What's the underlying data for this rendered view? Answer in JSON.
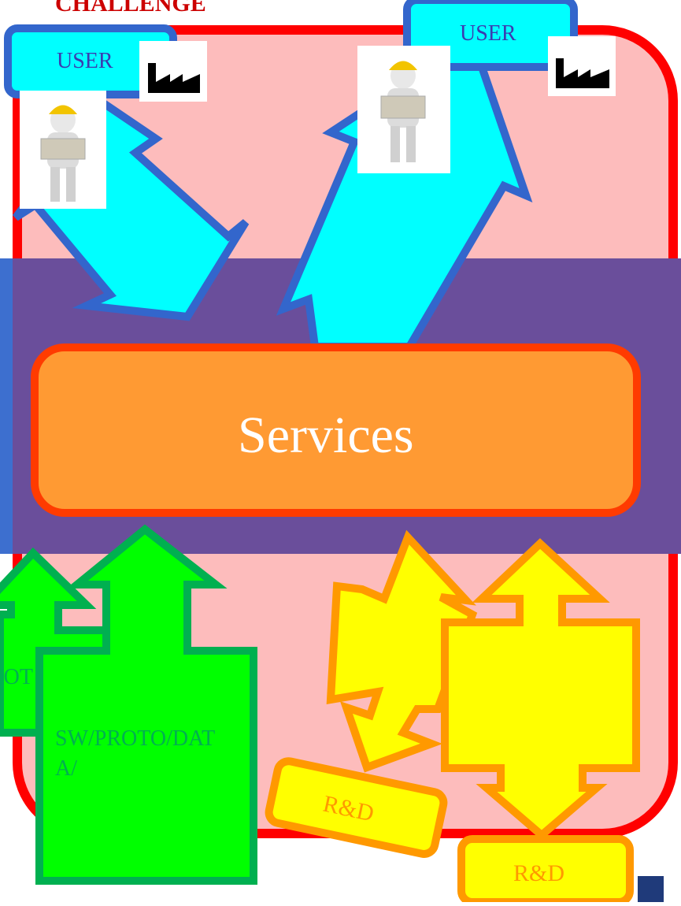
{
  "title": "CHALLENGE",
  "center": {
    "label": "Services"
  },
  "users": [
    {
      "label": "USER"
    },
    {
      "label": "USER"
    }
  ],
  "assets": {
    "left_partial_label": "ROT",
    "main_label_line1": "SW/PROTO/DAT",
    "main_label_line2": "A/"
  },
  "rnd": [
    {
      "label": "R&D"
    },
    {
      "label": "R&D"
    }
  ],
  "colors": {
    "frame": "#ff0000",
    "frame_fill": "#fdbcbc",
    "band": "#6a4e9b",
    "services_fill": "#ff9a33",
    "services_border": "#ff3b00",
    "user_fill": "#00ffff",
    "user_border": "#3366cc",
    "asset_fill": "#00ff00",
    "asset_border": "#00b050",
    "rnd_fill": "#ffff00",
    "rnd_border": "#ff9900",
    "title": "#cc0000"
  }
}
